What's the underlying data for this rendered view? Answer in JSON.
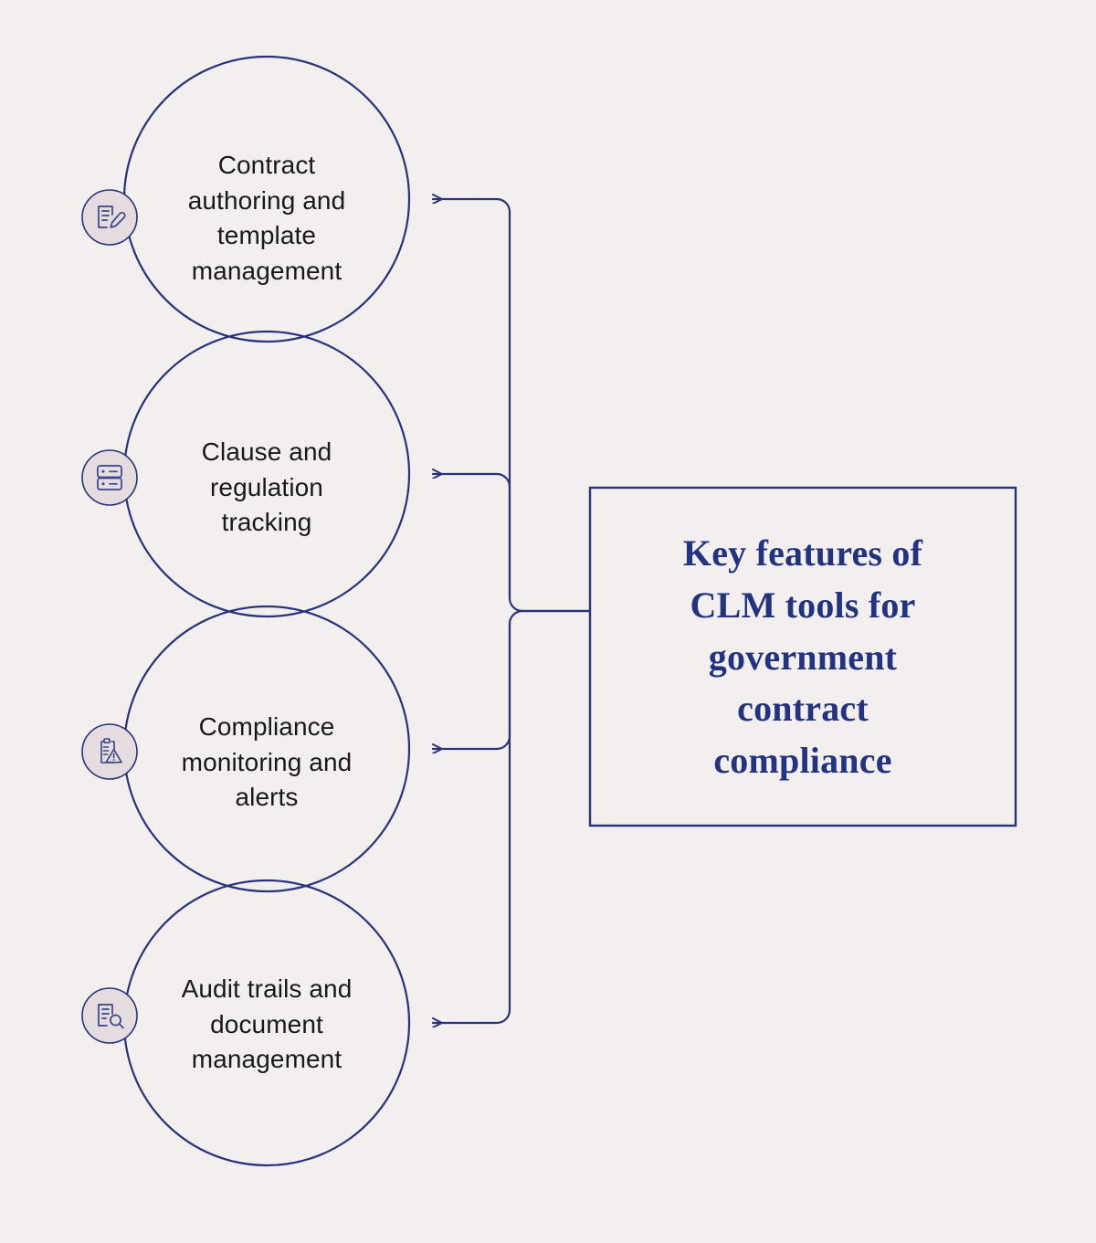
{
  "theme": {
    "background": "#F3EFEF",
    "stroke": "#27347B",
    "badge_fill": "#E4DCDF",
    "title_color": "#22337F",
    "label_color": "#191919"
  },
  "central": {
    "title": "Key features of\nCLM tools for\ngovernment\ncontract\ncompliance"
  },
  "branches": [
    {
      "label": "Contract\nauthoring and\ntemplate\nmanagement",
      "icon": "document-edit-icon"
    },
    {
      "label": "Clause and\nregulation\ntracking",
      "icon": "list-rows-icon"
    },
    {
      "label": "Compliance\nmonitoring and\nalerts",
      "icon": "clipboard-alert-icon"
    },
    {
      "label": "Audit trails and\ndocument\nmanagement",
      "icon": "document-search-icon"
    }
  ],
  "chart_data": {
    "type": "diagram",
    "title": "Key features of CLM tools for government contract compliance",
    "layout": "central-box-with-four-circle-branches",
    "nodes": [
      "Contract authoring and template management",
      "Clause and regulation tracking",
      "Compliance monitoring and alerts",
      "Audit trails and document management"
    ],
    "edges": [
      {
        "from": "Key features of CLM tools for government contract compliance",
        "to": "Contract authoring and template management"
      },
      {
        "from": "Key features of CLM tools for government contract compliance",
        "to": "Clause and regulation tracking"
      },
      {
        "from": "Key features of CLM tools for government contract compliance",
        "to": "Compliance monitoring and alerts"
      },
      {
        "from": "Key features of CLM tools for government contract compliance",
        "to": "Audit trails and document management"
      }
    ]
  }
}
